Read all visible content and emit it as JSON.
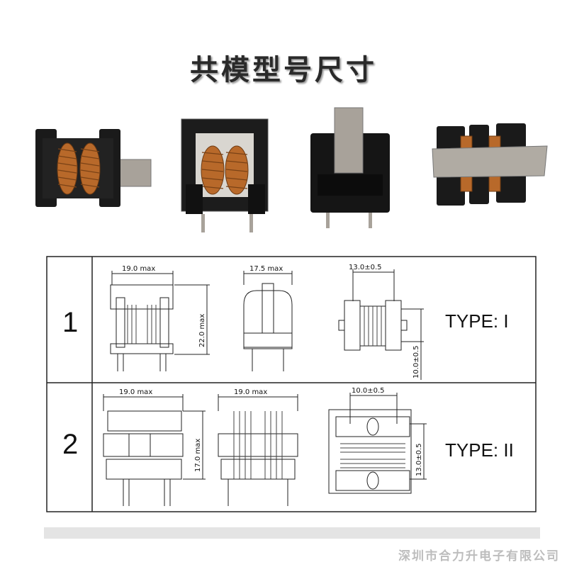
{
  "title": "共模型号尺寸",
  "footer": "深圳市合力升电子有限公司",
  "photos": [
    {
      "name": "inductor-photo-1"
    },
    {
      "name": "inductor-photo-2"
    },
    {
      "name": "inductor-photo-3"
    },
    {
      "name": "inductor-photo-4"
    }
  ],
  "rows": [
    {
      "number": "1",
      "type_label": "TYPE: I",
      "dims": {
        "front_width": "19.0 max",
        "height": "22.0 max",
        "side_width": "17.5 max",
        "pin_pitch": "13.0±0.5",
        "row_pitch": "10.0±0.5"
      }
    },
    {
      "number": "2",
      "type_label": "TYPE: II",
      "dims": {
        "front_width": "19.0 max",
        "height": "17.0 max",
        "side_width": "19.0 max",
        "pin_pitch": "10.0±0.5",
        "row_pitch": "13.0±0.5"
      }
    }
  ],
  "colors": {
    "copper": "#b8692a",
    "core": "#1a1a1a",
    "metal": "#a8a29a",
    "line": "#111111"
  }
}
